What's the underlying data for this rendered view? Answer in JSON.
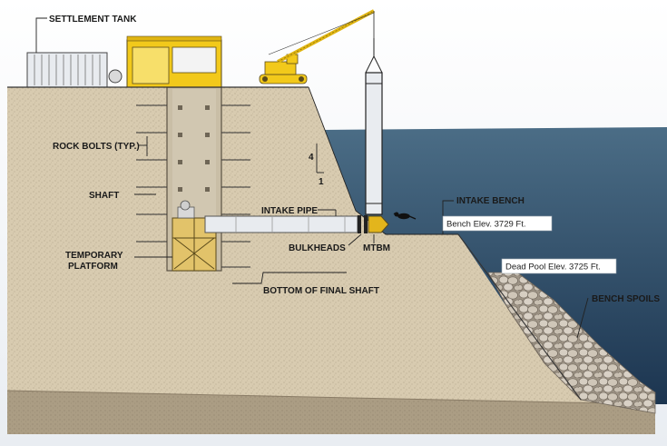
{
  "labels": {
    "settlement_tank": "SETTLEMENT TANK",
    "rock_bolts": "ROCK BOLTS (TYP.)",
    "shaft": "SHAFT",
    "temporary_platform_line1": "TEMPORARY",
    "temporary_platform_line2": "PLATFORM",
    "intake_pipe": "INTAKE PIPE",
    "bulkheads": "BULKHEADS",
    "mtbm": "MTBM",
    "intake_bench": "INTAKE BENCH",
    "bottom_of_final_shaft": "BOTTOM OF FINAL SHAFT",
    "bench_spoils": "BENCH SPOILS",
    "slope_rise": "4",
    "slope_run": "1"
  },
  "elevations": {
    "bench": "Bench Elev. 3729 Ft.",
    "dead_pool": "Dead Pool Elev. 3725 Ft."
  },
  "colors": {
    "sky": "#eef1f5",
    "water_top": "#3f5f78",
    "water_bottom": "#1f3a52",
    "ground": "#d9ccb0",
    "ground_dark": "#b7a98e",
    "bedrock": "#a99b83",
    "shaft_wall": "#c4b89e",
    "machinery": "#f2c91b",
    "pipe": "#e6e9ee",
    "spoils": "#c2b9ad"
  }
}
